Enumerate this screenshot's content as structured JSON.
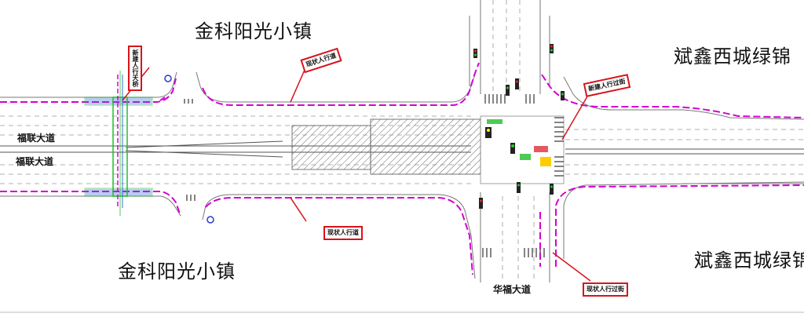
{
  "labels": {
    "district_top_left": "金科阳光小镇",
    "district_bottom_left": "金科阳光小镇",
    "district_top_right": "斌鑫西城绿锦",
    "district_bottom_right": "斌鑫西城绿锦",
    "road_main_upper": "福联大道",
    "road_main_lower": "福联大道",
    "road_cross": "华福大道"
  },
  "callouts": {
    "new_footbridge": "新建人行天桥",
    "existing_sidewalk_top": "现状人行道",
    "existing_sidewalk_bottom": "现状人行道",
    "new_crosswalk": "新建人行过街",
    "existing_crosswalk": "现状人行过街"
  },
  "colors": {
    "sidewalk_dash": "#d400d4",
    "callout_red": "#d8131b",
    "footbridge_green": "#1fbf2a",
    "footbridge_blue": "#3a6fd8",
    "hatch": "#555555",
    "road_line": "#666666"
  }
}
